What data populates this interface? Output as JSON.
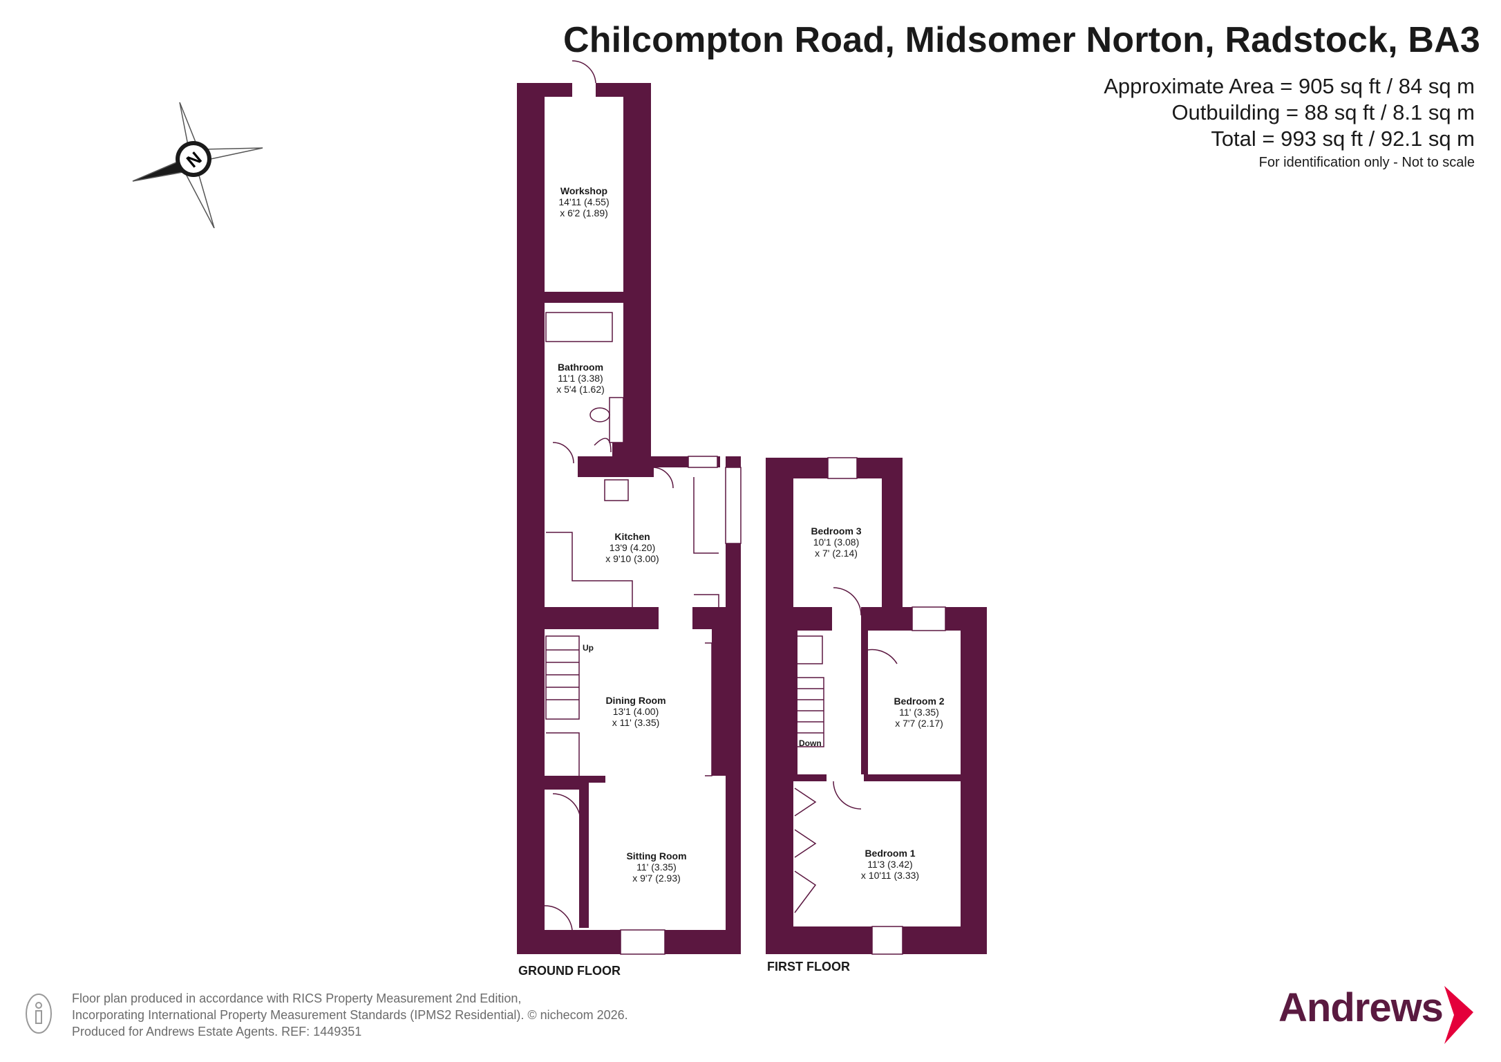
{
  "header": {
    "title": "Chilcompton Road, Midsomer Norton, Radstock, BA3",
    "area_lines": [
      "Approximate Area = 905 sq ft / 84 sq m",
      "Outbuilding = 88 sq ft / 8.1 sq m",
      "Total = 993 sq ft / 92.1 sq m"
    ],
    "note": "For identification only - Not to scale"
  },
  "compass": {
    "letter": "N",
    "icon": "compass-icon"
  },
  "floors": {
    "ground": {
      "label": "GROUND FLOOR",
      "rooms": {
        "workshop": {
          "name": "Workshop",
          "dim1": "14'11 (4.55)",
          "dim2": "x 6'2 (1.89)"
        },
        "bathroom": {
          "name": "Bathroom",
          "dim1": "11'1 (3.38)",
          "dim2": "x 5'4 (1.62)"
        },
        "kitchen": {
          "name": "Kitchen",
          "dim1": "13'9 (4.20)",
          "dim2": "x 9'10 (3.00)"
        },
        "dining": {
          "name": "Dining Room",
          "dim1": "13'1 (4.00)",
          "dim2": "x 11' (3.35)"
        },
        "sitting": {
          "name": "Sitting Room",
          "dim1": "11' (3.35)",
          "dim2": "x 9'7 (2.93)"
        }
      },
      "stairs_label": "Up"
    },
    "first": {
      "label": "FIRST FLOOR",
      "rooms": {
        "bedroom3": {
          "name": "Bedroom 3",
          "dim1": "10'1 (3.08)",
          "dim2": "x 7' (2.14)"
        },
        "bedroom2": {
          "name": "Bedroom 2",
          "dim1": "11' (3.35)",
          "dim2": "x 7'7 (2.17)"
        },
        "bedroom1": {
          "name": "Bedroom 1",
          "dim1": "11'3 (3.42)",
          "dim2": "x 10'11 (3.33)"
        }
      },
      "stairs_label": "Down"
    }
  },
  "footer": {
    "lines": [
      "Floor plan produced in accordance with RICS Property Measurement 2nd Edition,",
      "Incorporating International Property Measurement Standards (IPMS2 Residential).   © nichecom 2026.",
      "Produced for Andrews Estate Agents.   REF: 1449351"
    ]
  },
  "brand": {
    "name": "Andrews",
    "color": "#5a1a40",
    "wall_color": "#5b1740"
  }
}
